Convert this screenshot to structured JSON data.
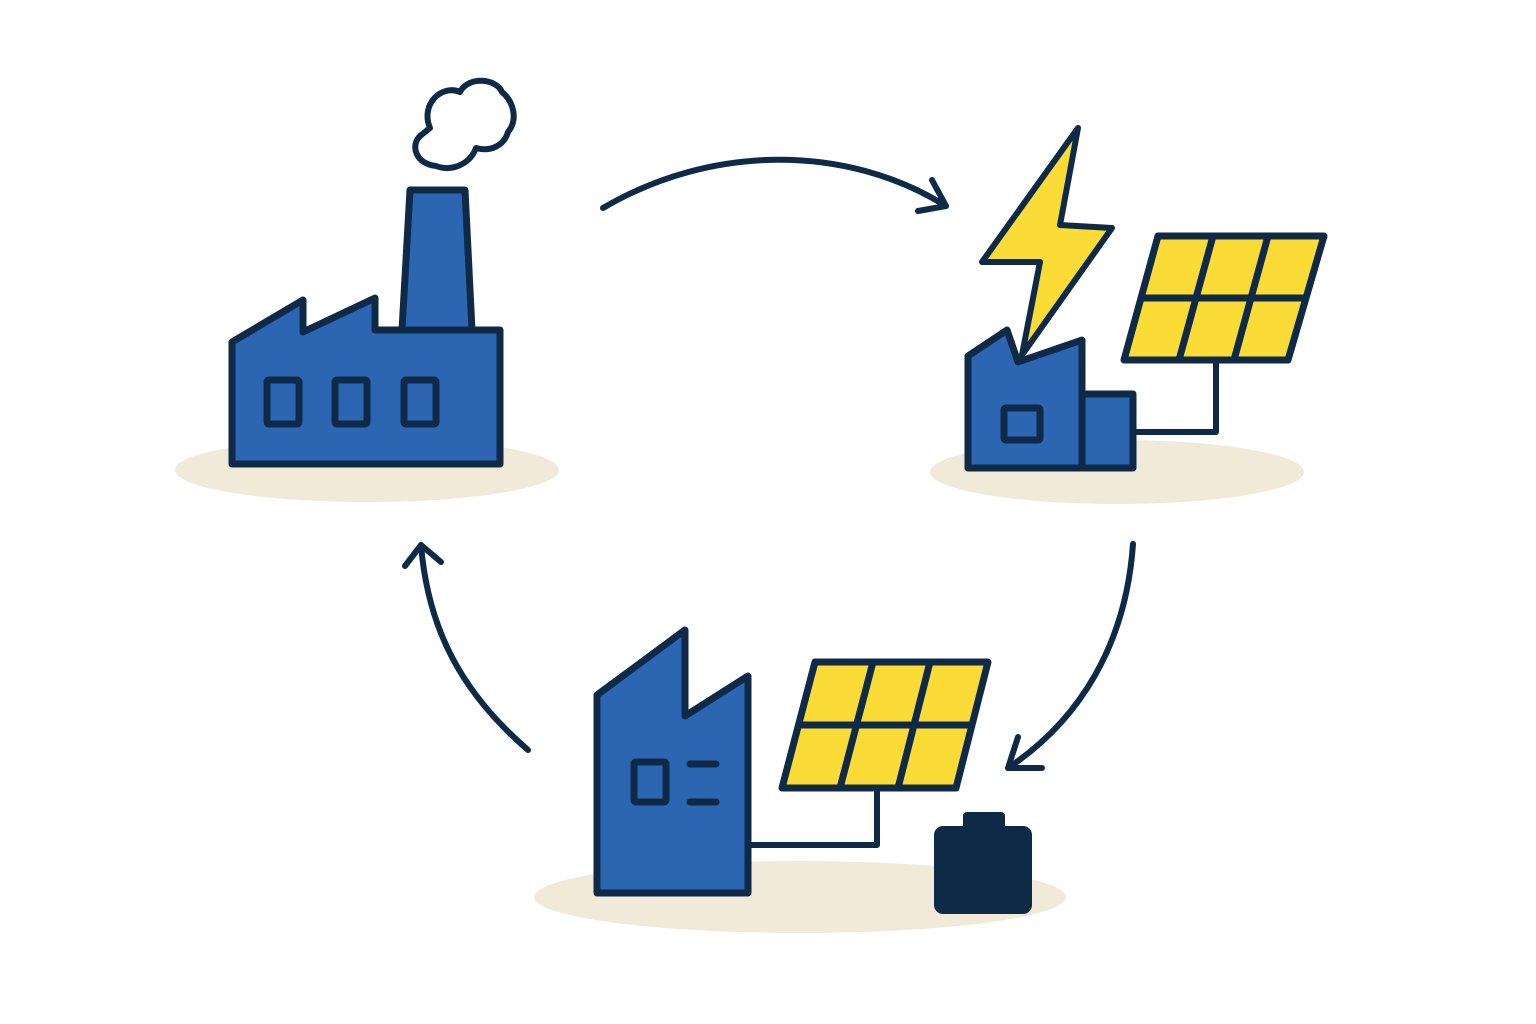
{
  "colors": {
    "outline": "#0f2a47",
    "building_blue": "#2c66b3",
    "panel_yellow": "#fbdb35",
    "ground_beige": "#f2ead8",
    "battery_navy": "#0f2a47",
    "background": "#ffffff"
  },
  "nodes": [
    {
      "id": "factory",
      "icon": "factory-with-smoke-icon"
    },
    {
      "id": "solar-plant",
      "icon": "small-factory-solar-lightning-icon"
    },
    {
      "id": "solar-battery",
      "icon": "building-solar-battery-icon"
    }
  ],
  "cycle_arrows": [
    {
      "from": "factory",
      "to": "solar-plant"
    },
    {
      "from": "solar-plant",
      "to": "solar-battery"
    },
    {
      "from": "solar-battery",
      "to": "factory"
    }
  ]
}
